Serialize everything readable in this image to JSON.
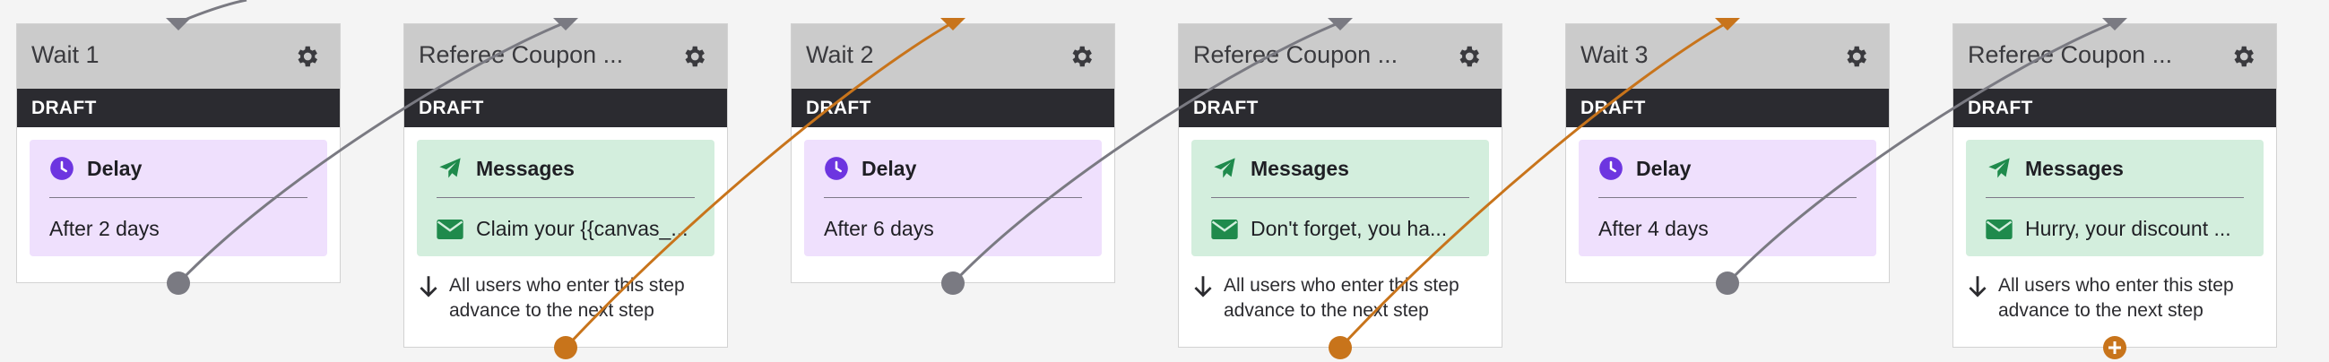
{
  "colors": {
    "header_bg": "#cbcbcb",
    "status_bg": "#2b2b30",
    "delay_bg": "#efe0fd",
    "delay_icon": "#6d35e0",
    "message_bg": "#d3eedd",
    "message_icon": "#1f8a4c",
    "connector_gray": "#7a7a82",
    "connector_orange": "#c8741b"
  },
  "cards": [
    {
      "title": "Wait 1",
      "status": "DRAFT",
      "type": "Delay",
      "value": "After 2 days",
      "icon": "clock-icon"
    },
    {
      "title": "Referee Coupon ...",
      "status": "DRAFT",
      "type": "Messages",
      "value": "Claim your {{canvas_...",
      "icon": "paper-plane-icon",
      "advance": "All users who enter this step advance to the next step"
    },
    {
      "title": "Wait 2",
      "status": "DRAFT",
      "type": "Delay",
      "value": "After 6 days",
      "icon": "clock-icon"
    },
    {
      "title": "Referee Coupon ...",
      "status": "DRAFT",
      "type": "Messages",
      "value": "Don't forget, you ha...",
      "icon": "paper-plane-icon",
      "advance": "All users who enter this step advance to the next step"
    },
    {
      "title": "Wait 3",
      "status": "DRAFT",
      "type": "Delay",
      "value": "After 4 days",
      "icon": "clock-icon"
    },
    {
      "title": "Referee Coupon ...",
      "status": "DRAFT",
      "type": "Messages",
      "value": "Hurry, your discount ...",
      "icon": "paper-plane-icon",
      "advance": "All users who enter this step advance to the next step"
    }
  ]
}
